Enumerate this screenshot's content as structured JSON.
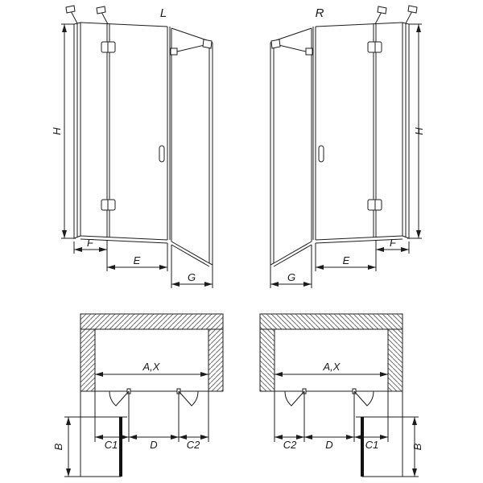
{
  "page": {
    "background": "#ffffff"
  },
  "labels": {
    "variant_left": "L",
    "variant_right": "R",
    "height": "H",
    "width_f": "F",
    "width_e": "E",
    "width_g": "G",
    "opening_width": "A,X",
    "depth_b": "B",
    "width_c1": "C1",
    "width_d": "D",
    "width_c2": "C2"
  },
  "colors": {
    "line": "#1c1c1c",
    "hatch": "#707070",
    "background": "#ffffff"
  }
}
